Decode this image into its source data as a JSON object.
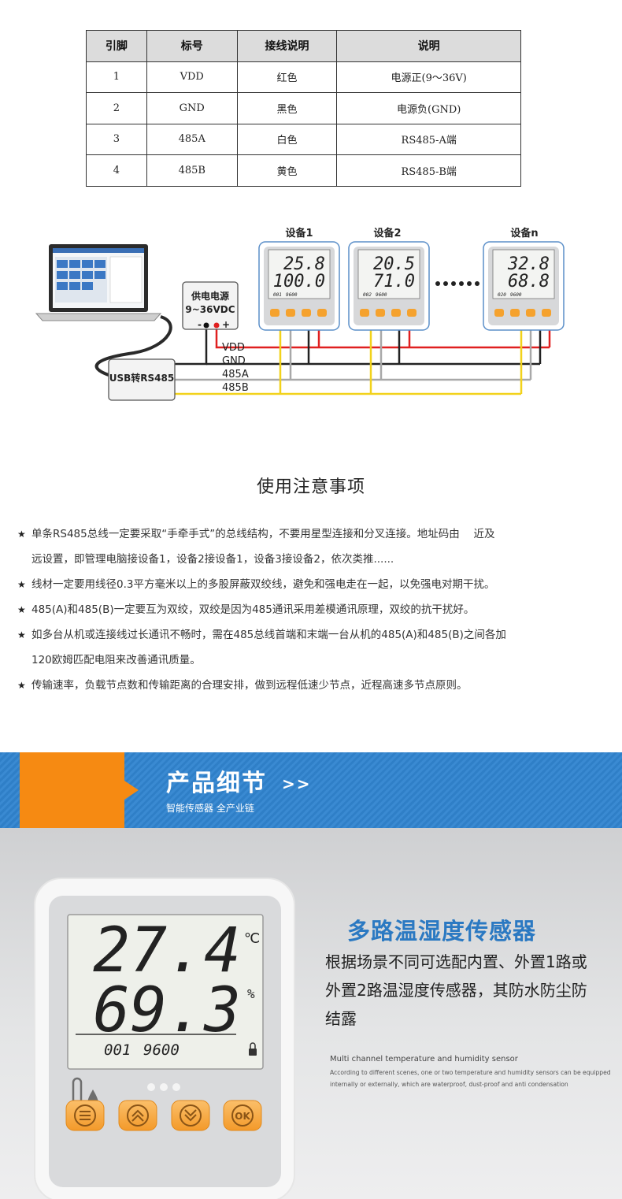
{
  "pin_table": {
    "headers": [
      "引脚",
      "标号",
      "接线说明",
      "说明"
    ],
    "rows": [
      [
        "1",
        "VDD",
        "红色",
        "电源正(9～36V)"
      ],
      [
        "2",
        "GND",
        "黑色",
        "电源负(GND)"
      ],
      [
        "3",
        "485A",
        "白色",
        "RS485-A端"
      ],
      [
        "4",
        "485B",
        "黄色",
        "RS485-B端"
      ]
    ]
  },
  "wiring": {
    "power_box": {
      "line1": "供电电源",
      "line2": "9~36VDC",
      "minus": "-",
      "plus": "+"
    },
    "usb_box": "USB转RS485",
    "bus_labels": [
      "VDD",
      "GND",
      "485A",
      "485B"
    ],
    "devices": [
      {
        "label": "设备1",
        "temp": "25.8",
        "hum": "100.0",
        "addr": "001",
        "baud": "9600"
      },
      {
        "label": "设备2",
        "temp": "20.5",
        "hum": "71.0",
        "addr": "002",
        "baud": "9600"
      },
      {
        "label": "设备n",
        "temp": "32.8",
        "hum": "68.8",
        "addr": "020",
        "baud": "9600"
      }
    ],
    "colors": {
      "vdd": "#e02020",
      "gnd": "#222222",
      "a": "#a8a8a8",
      "b": "#f2d21b"
    }
  },
  "notes": {
    "title": "使用注意事项",
    "items": [
      [
        "单条RS485总线一定要采取“手牵手式”的总线结构，不要用星型连接和分叉连接。地址码由　 近及",
        "远设置，即管理电脑接设备1，设备2接设备1，设备3接设备2，依次类推......"
      ],
      [
        "线材一定要用线径0.3平方毫米以上的多股屏蔽双绞线，避免和强电走在一起，以免强电对期干扰。"
      ],
      [
        "485(A)和485(B)一定要互为双绞，双绞是因为485通讯采用差模通讯原理，双绞的抗干扰好。"
      ],
      [
        "如多台从机或连接线过长通讯不畅时，需在485总线首端和末端一台从机的485(A)和485(B)之间各加",
        "120欧姆匹配电阻来改善通讯质量。"
      ],
      [
        "传输速率，负载节点数和传输距离的合理安排，做到远程低速少节点，近程高速多节点原则。"
      ]
    ]
  },
  "banner": {
    "title": "产品细节",
    "arrows": ">>",
    "subtitle": "智能传感器 全产业链"
  },
  "product": {
    "title": "多路温湿度传感器",
    "desc": "根据场景不同可选配内置、外置1路或外置2路温湿度传感器，其防水防尘防结露",
    "en_title": "Multi channel temperature and humidity sensor",
    "en_desc": "According to different scenes, one or two temperature and humidity sensors can be equipped internally or externally, which are waterproof, dust-proof and anti condensation",
    "display": {
      "temp": "27.4",
      "temp_unit": "℃",
      "hum": "69.3",
      "hum_unit": "%",
      "addr": "001",
      "baud": "9600",
      "ok": "OK"
    }
  }
}
